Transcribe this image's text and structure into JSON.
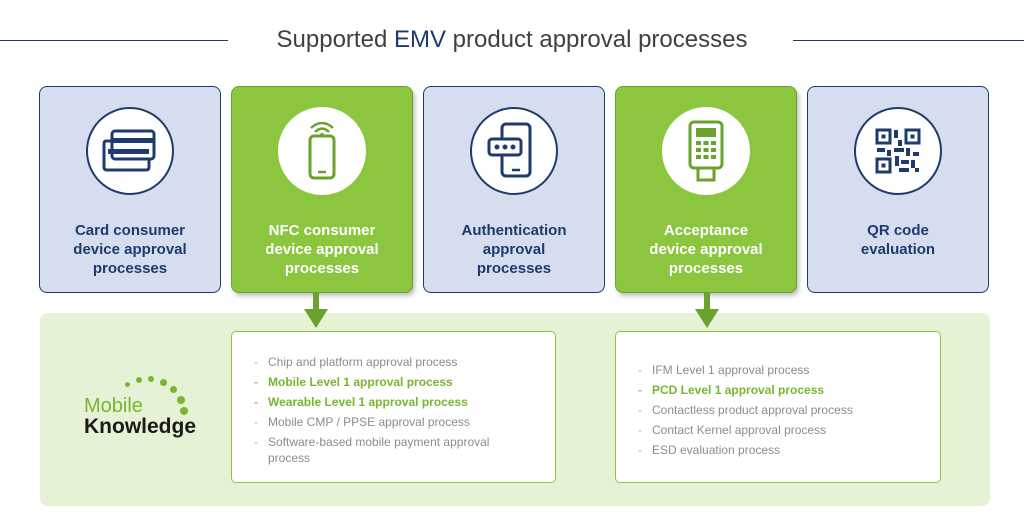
{
  "title": {
    "prefix": "Supported ",
    "highlight": "EMV",
    "suffix": " product approval processes"
  },
  "cards": [
    {
      "label_lines": [
        "Card consumer",
        "device approval",
        "processes"
      ],
      "icon": "credit-card-icon"
    },
    {
      "label_lines": [
        "NFC consumer",
        "device approval",
        "processes"
      ],
      "icon": "nfc-phone-icon"
    },
    {
      "label_lines": [
        "Authentication",
        "approval",
        "processes"
      ],
      "icon": "phone-auth-icon"
    },
    {
      "label_lines": [
        "Acceptance",
        "device approval",
        "processes"
      ],
      "icon": "payment-terminal-icon"
    },
    {
      "label_lines": [
        "QR code",
        "evaluation"
      ],
      "icon": "qr-code-icon"
    }
  ],
  "lists": {
    "nfc": [
      {
        "text": "Chip and platform approval process",
        "highlight": false
      },
      {
        "text": "Mobile Level 1 approval process",
        "highlight": true
      },
      {
        "text": "Wearable Level 1 approval process",
        "highlight": true
      },
      {
        "text": "Mobile CMP / PPSE approval process",
        "highlight": false
      },
      {
        "text": "Software-based mobile payment approval process",
        "highlight": false
      }
    ],
    "acceptance": [
      {
        "text": "IFM Level 1 approval process",
        "highlight": false
      },
      {
        "text": "PCD Level 1 approval process",
        "highlight": true
      },
      {
        "text": "Contactless product approval process",
        "highlight": false
      },
      {
        "text": "Contact Kernel approval process",
        "highlight": false
      },
      {
        "text": "ESD evaluation process",
        "highlight": false
      }
    ]
  },
  "logo": {
    "line1": "Mobile",
    "line2": "Knowledge"
  },
  "colors": {
    "navy": "#1f3a6e",
    "green": "#8cc63f",
    "dark_green": "#6aa22d",
    "light_blue": "#d6ddef",
    "light_green": "#e6f2d6"
  }
}
